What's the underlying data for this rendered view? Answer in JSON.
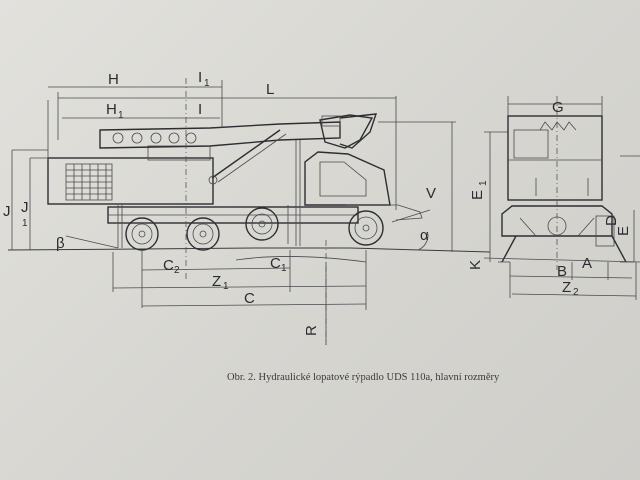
{
  "caption": "Obr. 2. Hydraulické lopatové rýpadlo UDS 110a, hlavní rozměry",
  "dimensions": {
    "H": "H",
    "I1": "I",
    "I1_sub": "1",
    "H1": "H",
    "H1_sub": "1",
    "I": "I",
    "L": "L",
    "J": "J",
    "J1": "J",
    "J1_sub": "1",
    "beta": "β",
    "alpha": "α",
    "V": "V",
    "C2": "C",
    "C2_sub": "2",
    "C1": "C",
    "C1_sub": "1",
    "Z1": "Z",
    "Z1_sub": "1",
    "C": "C",
    "R": "R",
    "G": "G",
    "E1": "E",
    "E1_sub": "1",
    "D": "D",
    "E": "E",
    "K": "K",
    "B": "B",
    "A": "A",
    "Z2": "Z",
    "Z2_sub": "2"
  }
}
